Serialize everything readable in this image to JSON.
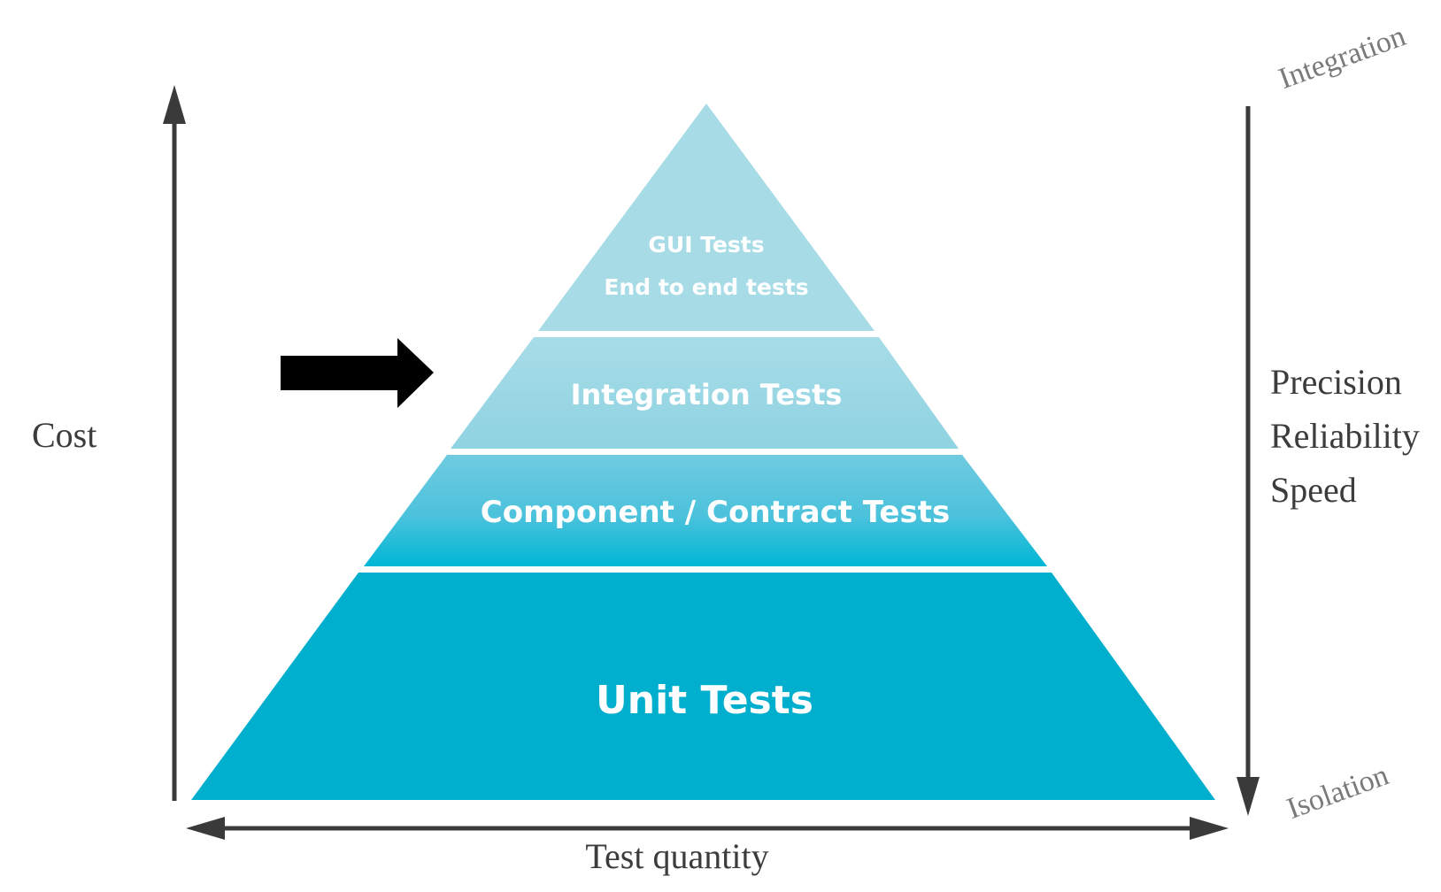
{
  "pyramid": {
    "layers": [
      {
        "id": "gui",
        "lines": [
          "GUI Tests",
          "End to end tests"
        ]
      },
      {
        "id": "integration",
        "lines": [
          "Integration Tests"
        ]
      },
      {
        "id": "component",
        "lines": [
          "Component / Contract Tests"
        ]
      },
      {
        "id": "unit",
        "lines": [
          "Unit Tests"
        ]
      }
    ]
  },
  "axes": {
    "cost_label": "Cost",
    "quantity_label": "Test quantity",
    "right_labels": [
      "Precision",
      "Reliability",
      "Speed"
    ],
    "top_right_label": "Integration",
    "bottom_right_label": "Isolation"
  },
  "colors": {
    "gui": "#a7dce7",
    "integration_top": "#a7dce7",
    "integration_bottom": "#8fd3e2",
    "component_top": "#6fcbe0",
    "component_bottom": "#00b6d4",
    "unit": "#00aecd",
    "axis": "#3a3a3a",
    "arrow": "#000000",
    "axis_text": "#3c3c3c",
    "corner_text": "#7a7a7a",
    "layer_text": "#ffffff"
  }
}
